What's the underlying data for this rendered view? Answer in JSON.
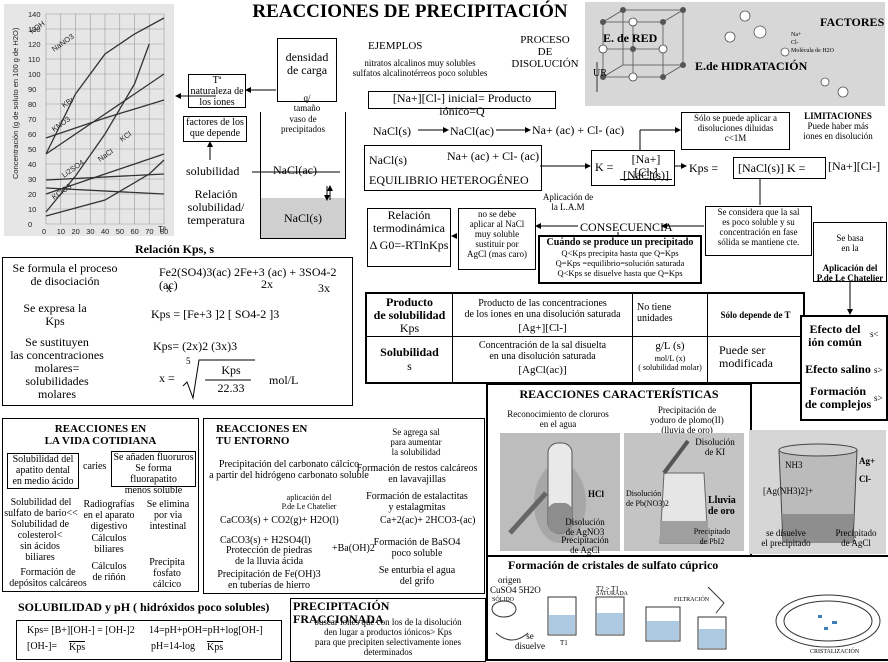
{
  "title": "REACCIONES DE PRECIPITACIÓN",
  "solubility_chart": {
    "y_label": "Concentración (g de soluto en 100 g de H2O)",
    "x_label": "Tª",
    "y_ticks": [
      "0",
      "10",
      "20",
      "30",
      "40",
      "50",
      "60",
      "70",
      "80",
      "90",
      "100",
      "110",
      "120",
      "130",
      "140"
    ],
    "x_ticks": [
      "0",
      "10",
      "20",
      "30",
      "40",
      "50",
      "60",
      "70",
      "80"
    ],
    "curves": [
      "KOH",
      "NaNO3",
      "KBr",
      "KNO3",
      "KCl",
      "NaCl",
      "Li2SO4",
      "KClO3"
    ]
  },
  "concept": {
    "densidad": "densidad\nde carga",
    "q_tamano": "q/\ntamaño",
    "ta_naturaleza": "Tª\nnaturaleza de\nlos iones",
    "factores_depende": "factores de los\nque depende",
    "solubilidad": "solubilidad",
    "relacion_sol_temp": "Relación\nsolubilidad/\ntemperatura",
    "vaso": "vaso de\nprecipitados",
    "nacl_ac": "NaCl(ac)",
    "nacl_s": "NaCl(s)",
    "ejemplos": "EJEMPLOS",
    "ejemplos_text": "nitratos alcalinos muy solubles\nsulfatos alcalinotérreos poco solubles",
    "proceso": "PROCESO\nDE\nDISOLUCIÓN",
    "producto_ionico": "[Na+][Cl-] inicial= Producto iónico=Q",
    "red": "E. de RED",
    "hidratacion": "E.de HIDRATACIÓN",
    "factores": "FACTORES",
    "ur": "UR",
    "legend_na": "Na+",
    "legend_cl": "Cl-",
    "legend_h2o": "Molécula de H2O",
    "eq1_left": "NaCl(s)",
    "eq1_mid": "NaCl(ac)",
    "eq1_right": "Na+ (ac) + Cl- (ac)",
    "eq2_left": "NaCl(s)",
    "eq2_right": "Na+ (ac) + Cl- (ac)",
    "equilibrio": "EQUILIBRIO HETEROGÉNEO",
    "k_num": "[Na+][Cl-]",
    "k_den": "[NaCl(s)]",
    "k_label": "K =",
    "limitaciones_text": "Sólo se puede aplicar a\ndisoluciones diluidas\nc<1M",
    "limitaciones_title": "LIMITACIONES",
    "limitaciones_sub": "Puede haber más\niones en disolución",
    "kps_eq": "Kps =",
    "kps_mid": "[NaCl(s)]  K =",
    "kps_right": "[Na+][Cl-]",
    "aplicacion_lam": "Aplicación de\nla L.A.M",
    "consecuencia": "CONSECUENCIA",
    "se_considera": "Se considera que la sal\nes poco soluble y su\nconcentración en fase\nsólida se mantiene cte.",
    "no_se_debe": "no se debe\naplicar al NaCl\nmuy soluble\nsustituir por\nAgCl (mas caro)",
    "relacion_termo": "Relación\ntermodinámica",
    "delta_g": "Δ G0=-RTlnKps",
    "cuando_title": "Cuándo se produce un precipitado",
    "cuando_lines": "Q<Kps precipita hasta que Q=Kps\nQ=Kps =equilibrio=solución saturada\nQ<Kps se disuelve hasta que Q=Kps",
    "se_basa": "Se basa\nen la",
    "le_chatelier": "Aplicación del\nP.de Le Chatelier"
  },
  "relacion_kps": {
    "title": "Relación  Kps, s",
    "row1_label": "Se formula el proceso\nde disociación",
    "row1_eq": "Fe2(SO4)3(ac)          2Fe+3 (ac) + 3SO4-2 (ac)",
    "row1_x": "x",
    "row1_2x": "2x",
    "row1_3x": "3x",
    "row2_label": "Se expresa la\nKps",
    "row2_eq": "Kps =  [Fe+3 ]2 [ SO4-2 ]3",
    "row3_label": "Se sustituyen\nlas concentraciones\nmolares=\nsolubilidades\nmolares",
    "row3_eq": "Kps= (2x)2 (3x)3",
    "row3_x": "x =",
    "row3_root_num": "Kps",
    "row3_root_den": "22.33",
    "row3_root_idx": "5",
    "row3_unit": "mol/L"
  },
  "table": {
    "r1_head": "Producto\nde solubilidad",
    "r1_head_sub": "Kps",
    "r1_c1": "Producto de las concentraciones\nde los iones en una disolución saturada",
    "r1_c1b": "[Ag+][Cl-]",
    "r1_c2": "No tiene\nunidades",
    "r1_c3": "Sólo depende de T",
    "r2_head": "Solubilidad",
    "r2_head_sub": "s",
    "r2_c1": "Concentración de la sal disuelta\nen  una disolución saturada",
    "r2_c1b": "[AgCl(ac)]",
    "r2_c2": "g/L    (s)",
    "r2_c2b": "mol/L (x)\n( solubilidad molar)",
    "r2_c3": "Puede ser\nmodificada"
  },
  "efectos": {
    "e1": "Efecto del\nión común",
    "e2": "Efecto salino",
    "e3": "Formación\nde complejos",
    "mark": "s<",
    "mark2": "s>",
    "mark3": "s>"
  },
  "vida": {
    "title": "REACCIONES EN\nLA VIDA COTIDIANA",
    "apatito": "Solubilidad del\napatito dental\nen medio ácido",
    "caries": "caries",
    "fluoruros": "Se añaden fluoruros\nSe forma fluorapatito\nmenos soluble",
    "sulfato": "Solubilidad del\nsulfato de bario<<",
    "radio": "Radiografías\nen el aparato\ndigestivo",
    "elimina": "Se elimina\npor via\nintestinal",
    "colesterol": "Solubilidad de\ncolesterol<\nsin ácidos\nbiliares",
    "calculos_biliares": "Cálculos\nbiliares",
    "calculos_rinon": "Cálculos\nde riñón",
    "formacion_depositos": "Formación de\ndepósitos  calcáreos",
    "fosfato": "Precipita\nfosfato\ncálcico"
  },
  "entorno": {
    "title": "REACCIONES EN\nTU ENTORNO",
    "carbonato": "Precipitación del carbonato cálcico\na partir del hidrógeno carbonato soluble",
    "aplicacion": "aplicación del\nP.de Le Chatelier",
    "eq1": "CaCO3(s) + CO2(g)+ H2O(l)",
    "eq1r": "Ca+2(ac)+ 2HCO3-(ac)",
    "eq2": "CaCO3(s) + H2SO4(l)",
    "proteccion": "Protección de piedras\nde la lluvia ácida",
    "baoh": "+Ba(OH)2",
    "feoh": "Precipitación de Fe(OH)3\nen tuberías de hierro",
    "agrega": "Se agrega sal\npara aumentar\nla solubilidad",
    "restos": "Formación de restos calcáreos\nen lavavajillas",
    "estalactitas": "Formación de estalactitas\ny estalagmitas",
    "baso4": "Formación de BaSO4\npoco soluble",
    "enturbia": "Se enturbia el agua\ndel grifo"
  },
  "ph": {
    "title": "SOLUBILIDAD y pH ( hidróxidos poco solubles)",
    "f1": "Kps= [B+][OH-] = [OH-]2",
    "f2": "[OH-]=",
    "f2r": "Kps",
    "f3": "14=pH+pOH=pH+log[OH-]",
    "f4": "pH=14-log",
    "f4r": "Kps"
  },
  "fraccionada": {
    "title": "PRECIPITACIÓN FRACCIONADA",
    "text": "buscar iones que con los de la disolución\nden lugar a productos iónicos> Kps\npara que precipiten selectivamente iones\ndeterminados"
  },
  "caracteristicas": {
    "title": "REACCIONES CARACTERÍSTICAS",
    "cloruros": "Reconocimiento de cloruros\nen el agua",
    "yoduro": "Precipitación de\nyoduro de plomo(II)\n(lluvia de oro)",
    "hcl": "HCl",
    "disolucion_agno3": "Disolución\nde AgNO3",
    "precip_agcl": "Precipitación\nde AgCl",
    "disolucion_ki": "Disolución\nde KI",
    "disolucion_pb": "Disolución\nde Pb(NO3)2",
    "lluvia": "Lluvia\nde oro",
    "precip_pbi2": "Precipitado\nde PbI2",
    "nh3": "NH3",
    "ag": "Ag+",
    "cl": "Cl-",
    "complejo": "[Ag(NH3)2]+",
    "se_disuelve": "se disuelve\nel precipitado",
    "precip_agcl2": "Precipitado\nde AgCl"
  },
  "cristales": {
    "title": "Formación de cristales de sulfato cúprico",
    "origen": "origen",
    "cuso4": "CuSO4 5H2O",
    "se_disuelve": "se\ndisuelve",
    "solido": "SÓLIDO",
    "saturada": "SATURADA",
    "filtracion": "FILTRACIÓN",
    "cristalizacion": "CRISTALIZACIÓN",
    "t1": "T1",
    "t2": "T2 > T1"
  }
}
